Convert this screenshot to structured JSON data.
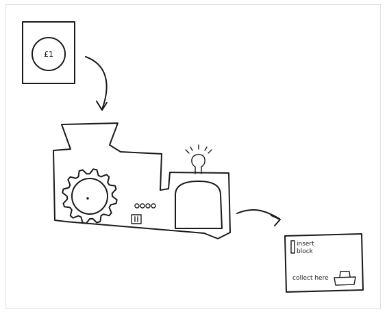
{
  "coin_card": {
    "coin_label": "£1"
  },
  "output_card": {
    "insert_line1": "insert",
    "insert_line2": "block",
    "collect_label": "collect here"
  },
  "machine": {
    "indicator_dot_count": 4
  },
  "colors": {
    "ink": "#1a1a1a",
    "background": "#ffffff",
    "frame": "#e3e3e3"
  }
}
